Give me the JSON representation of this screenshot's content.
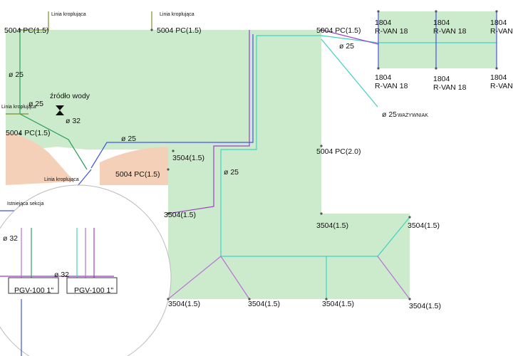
{
  "colors": {
    "lawn": "#ccebcc",
    "patio": "#f4d0b8",
    "pipe_green": "#2c9e5c",
    "pipe_cyan": "#3fd1c1",
    "pipe_purple": "#9b3fc8",
    "pipe_blue": "#4455dd",
    "pipe_lilac": "#b96fd8",
    "pipe_olive": "#7d8f2b",
    "head_point": "#555555"
  },
  "icons": {
    "water_source": "valve-icon"
  },
  "labels": {
    "drip_top_1": "Linia kroplująca",
    "drip_top_2": "Linia kroplująca",
    "drip_left": "Linia kroplująca",
    "drip_bottom": "Linia kroplująca",
    "water_source": "źródło wody",
    "existing_section": "Istniejąca sekcja",
    "wazywniak": "WAŻYWNIAK"
  },
  "pipes": {
    "d25_a": "ø 25",
    "d25_b": "ø 25",
    "d25_c": "ø 25",
    "d25_d": "ø 25",
    "d25_e": "ø 25",
    "d25_f": "ø 25",
    "d32_a": "ø 32",
    "d32_b": "ø 32",
    "d32_c": "ø 32"
  },
  "heads": {
    "h1": "5004 PC(1.5)",
    "h2": "5004 PC(1.5)",
    "h3": "5004 PC(1.5)",
    "h4": "5004 PC(1.5)",
    "h5": "5004 PC(1.5)",
    "h6": "5004 PC(2.0)",
    "s1": "3504(1.5)",
    "s2": "3504(1.5)",
    "s3": "3504(1.5)",
    "s4": "3504(1.5)",
    "s5": "3504(1.5)",
    "s6": "3504(1.5)",
    "s7": "3504(1.5)",
    "s8": "3504(1.5)"
  },
  "rvan": {
    "n1": "1804",
    "t1": "R-VAN 18",
    "n2": "1804",
    "t2": "R-VAN 18",
    "n3": "1804",
    "t3": "R-VAN",
    "n4": "1804",
    "t4": "R-VAN 18",
    "n5": "1804",
    "t5": "R-VAN 18",
    "n6": "1804",
    "t6": "R-VAN"
  },
  "valves": {
    "v1": "PGV-100 1\"",
    "v2": "PGV-100 1\""
  }
}
